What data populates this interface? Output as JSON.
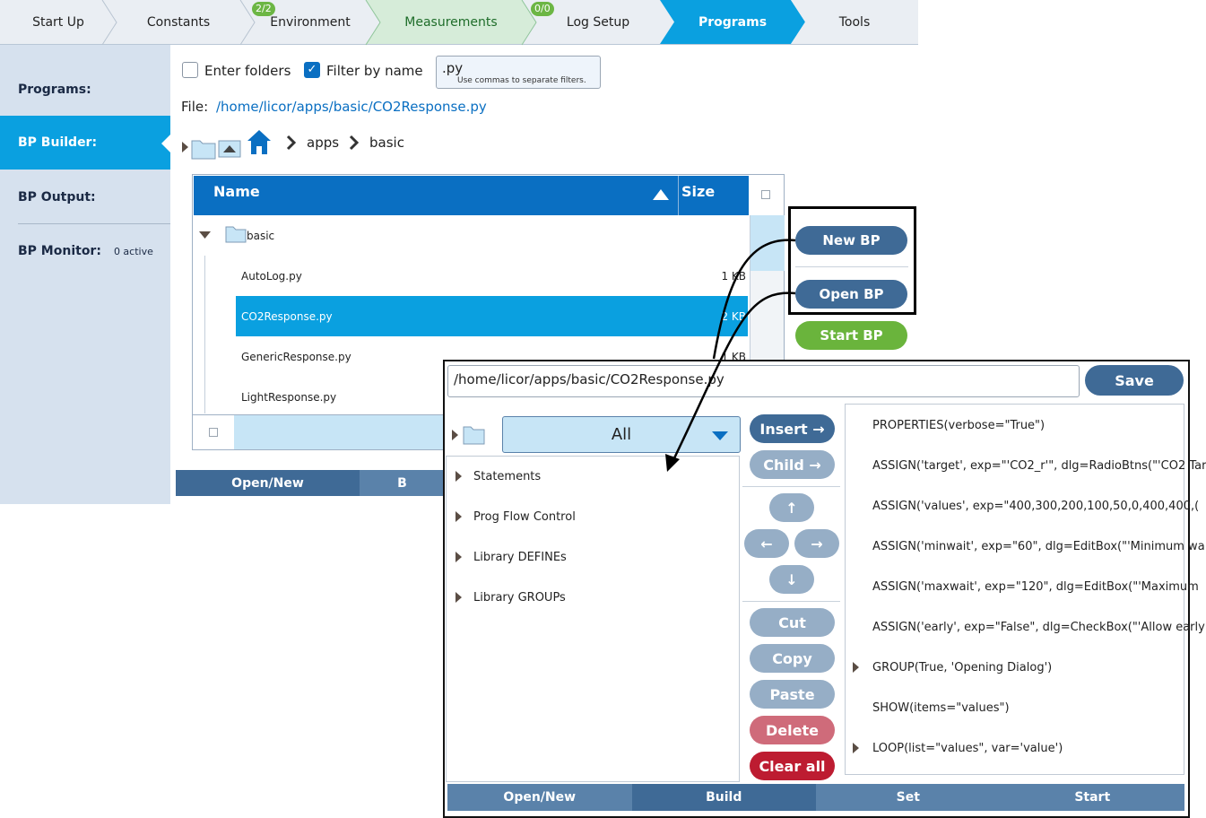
{
  "tabs": [
    {
      "label": "Start Up"
    },
    {
      "label": "Constants"
    },
    {
      "label": "Environment",
      "badge": "2/2"
    },
    {
      "label": "Measurements"
    },
    {
      "label": "Log Setup",
      "badge": "0/0"
    },
    {
      "label": "Programs"
    },
    {
      "label": "Tools"
    }
  ],
  "sidebar": {
    "items": [
      {
        "label": "Programs:"
      },
      {
        "label": "BP Builder:"
      },
      {
        "label": "BP Output:"
      },
      {
        "label": "BP Monitor:",
        "sub": "0 active"
      }
    ]
  },
  "browser": {
    "enter_folders_label": "Enter folders",
    "filter_by_name_label": "Filter by name",
    "filter_value": ".py",
    "filter_hint": "Use commas to separate filters.",
    "file_label": "File:",
    "file_path": "/home/licor/apps/basic/CO2Response.py",
    "breadcrumb": [
      "apps",
      "basic"
    ],
    "columns": {
      "name": "Name",
      "size": "Size"
    },
    "folder": "basic",
    "rows": [
      {
        "name": "AutoLog.py",
        "size": "1 KB"
      },
      {
        "name": "CO2Response.py",
        "size": "2 KB"
      },
      {
        "name": "GenericResponse.py",
        "size": "1 KB"
      },
      {
        "name": "LightResponse.py",
        "size": ""
      }
    ]
  },
  "actions": {
    "new_bp": "New BP",
    "open_bp": "Open BP",
    "start_bp": "Start BP"
  },
  "main_bottom_tabs": [
    "Open/New",
    "B"
  ],
  "editor": {
    "path": "/home/licor/apps/basic/CO2Response.py",
    "save": "Save",
    "library_filter": "All",
    "library_items": [
      "Statements",
      "Prog Flow Control",
      "Library DEFINEs",
      "Library GROUPs"
    ],
    "buttons": {
      "insert": "Insert →",
      "child": "Child →",
      "up": "↑",
      "left": "←",
      "right": "→",
      "down": "↓",
      "cut": "Cut",
      "copy": "Copy",
      "paste": "Paste",
      "delete": "Delete",
      "clear_all": "Clear all"
    },
    "program_lines": [
      "PROPERTIES(verbose=\"True\")",
      "ASSIGN('target', exp=\"'CO2_r'\", dlg=RadioBtns(\"'CO2 Tar",
      "ASSIGN('values', exp=\"400,300,200,100,50,0,400,400,(",
      "ASSIGN('minwait', exp=\"60\", dlg=EditBox(\"'Minimum wa",
      "ASSIGN('maxwait', exp=\"120\", dlg=EditBox(\"'Maximum",
      "ASSIGN('early', exp=\"False\", dlg=CheckBox(\"'Allow early",
      "GROUP(True, 'Opening Dialog')",
      "SHOW(items=\"values\")",
      "LOOP(list=\"values\", var='value')"
    ],
    "bottom_tabs": [
      "Open/New",
      "Build",
      "Set",
      "Start"
    ]
  },
  "colors": {
    "accent": "#0aa0e0",
    "header_blue": "#0a6fc2",
    "pill_dark": "#3f6a96",
    "green": "#6ab43c",
    "danger": "#bd1c31"
  }
}
